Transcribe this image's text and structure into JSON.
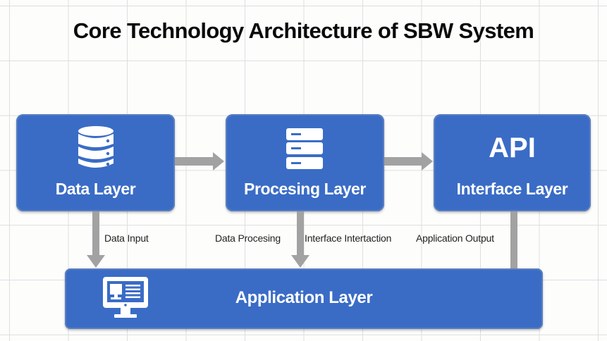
{
  "title": "Core Technology Architecture of SBW System",
  "colors": {
    "box_fill": "#3a6cc6",
    "arrow": "#a2a2a2",
    "background": "#fdfdfc",
    "grid": "#dedede",
    "title_text": "#0a0a0a"
  },
  "layers": {
    "data": {
      "label": "Data Layer",
      "icon": "database-icon"
    },
    "processing": {
      "label": "Procesing Layer",
      "icon": "server-icon"
    },
    "interface": {
      "label": "Interface Layer",
      "badge": "API",
      "icon": "api-text"
    },
    "application": {
      "label": "Application Layer",
      "icon": "monitor-icon"
    }
  },
  "connections": [
    {
      "from": "Data Layer",
      "to": "Procesing Layer",
      "label": ""
    },
    {
      "from": "Procesing Layer",
      "to": "Interface Layer",
      "label": ""
    },
    {
      "from": "Data Layer",
      "to": "Application Layer",
      "label": "Data Input"
    },
    {
      "from": "Procesing Layer",
      "to": "Application Layer",
      "label": "Data Procesing"
    },
    {
      "from": "Procesing Layer",
      "to": "Application Layer",
      "label": "Interface Intertaction"
    },
    {
      "from": "Interface Layer",
      "to": "Application Layer",
      "label": "Application Output"
    }
  ]
}
